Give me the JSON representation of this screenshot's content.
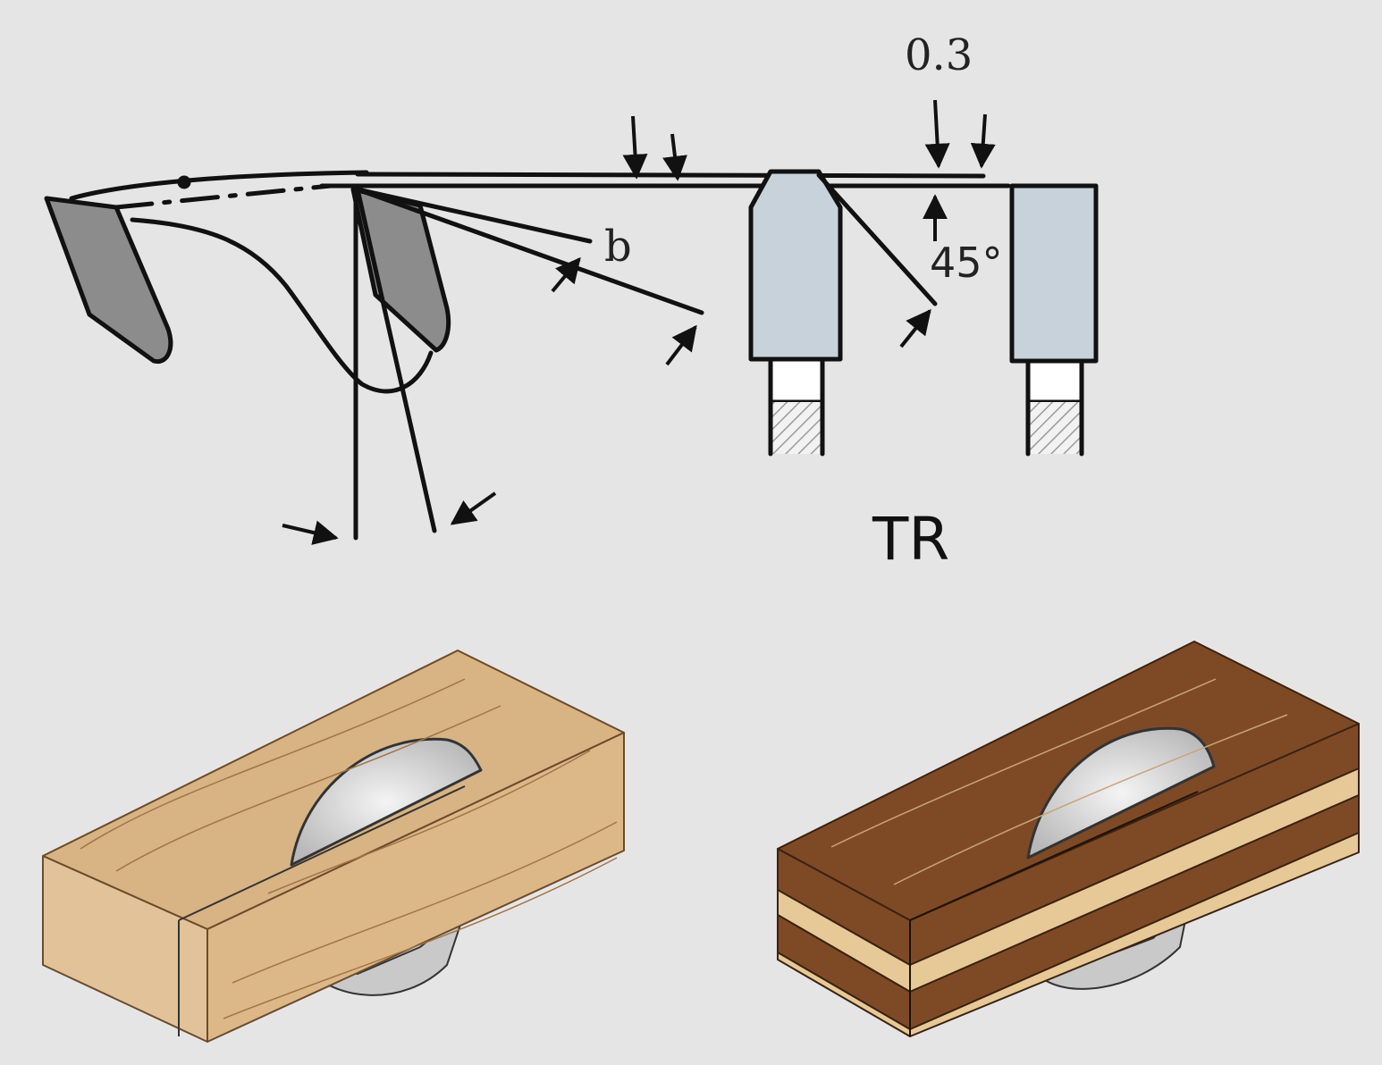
{
  "tooth_diagram": {
    "dimension_label": "0.3",
    "b_label": "b",
    "angle_label": "45°",
    "profile_name": "TR"
  },
  "colors": {
    "background": "#e6e5e6",
    "tooth_dark": "#8c8c8c",
    "tooth_light": "#c8d2da",
    "solid_wood": "#d8b383",
    "laminate_dark": "#7e4a26",
    "laminate_light": "#e6c996",
    "blade": "#c9c9c9"
  },
  "illustrations": [
    {
      "name": "solid-wood-block-with-blade"
    },
    {
      "name": "laminated-board-with-blade"
    }
  ]
}
